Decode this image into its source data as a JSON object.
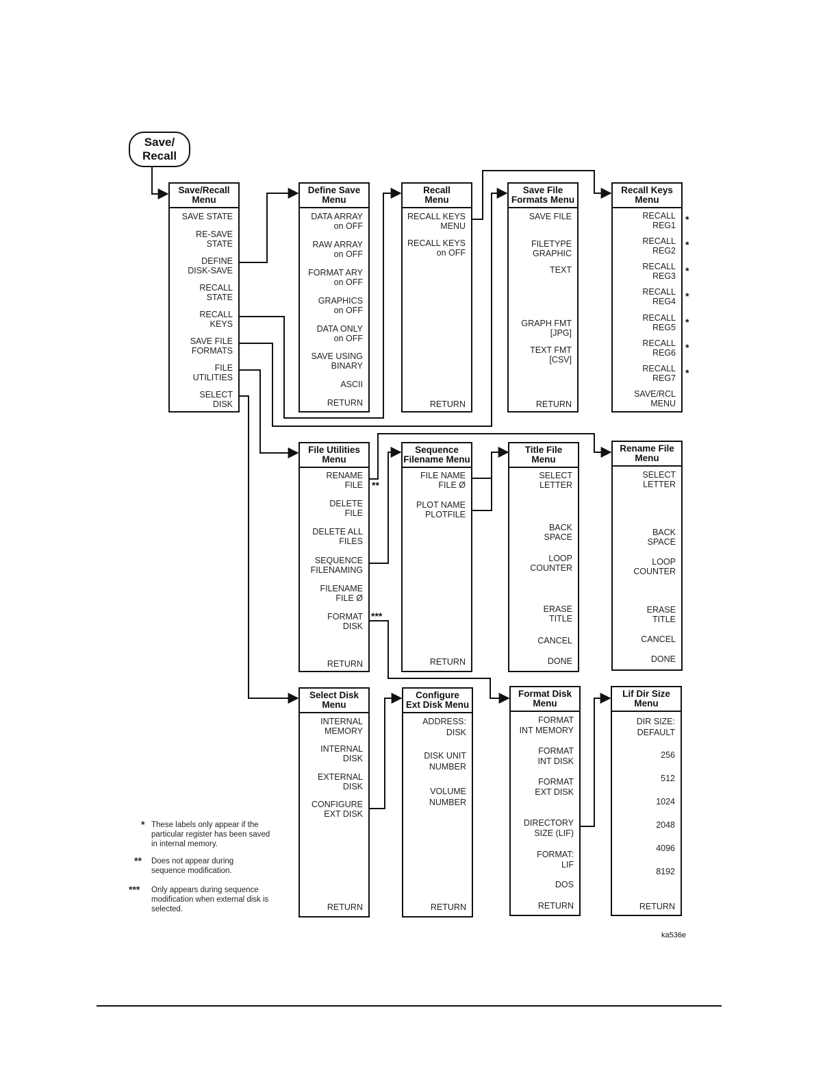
{
  "start_key": {
    "line1": "Save/",
    "line2": "Recall"
  },
  "menus": {
    "save_recall": {
      "title1": "Save/Recall",
      "title2": "Menu",
      "keys": [
        [
          "SAVE STATE"
        ],
        [
          "RE-SAVE",
          "STATE"
        ],
        [
          "DEFINE",
          "DISK-SAVE"
        ],
        [
          "RECALL",
          "STATE"
        ],
        [
          "RECALL",
          "KEYS"
        ],
        [
          "SAVE FILE",
          "FORMATS"
        ],
        [
          "FILE",
          "UTILITIES"
        ],
        [
          "SELECT",
          "DISK"
        ]
      ]
    },
    "define_save": {
      "title1": "Define Save",
      "title2": "Menu",
      "keys": [
        [
          "DATA ARRAY",
          "on OFF"
        ],
        [
          "RAW ARRAY",
          "on OFF"
        ],
        [
          "FORMAT ARY",
          "on OFF"
        ],
        [
          "GRAPHICS",
          "on OFF"
        ],
        [
          "DATA ONLY",
          "on OFF"
        ],
        [
          "SAVE USING",
          "BINARY"
        ],
        [
          "ASCII"
        ],
        [
          "RETURN"
        ]
      ]
    },
    "recall": {
      "title1": "Recall",
      "title2": "Menu",
      "keys": [
        [
          "RECALL KEYS",
          "MENU"
        ],
        [
          "RECALL KEYS",
          "on OFF"
        ],
        [
          "RETURN"
        ]
      ]
    },
    "save_file_formats": {
      "title1": "Save File",
      "title2": "Formats Menu",
      "keys": [
        [
          "SAVE FILE"
        ],
        [
          "FILETYPE",
          "GRAPHIC"
        ],
        [
          "TEXT"
        ],
        [
          "GRAPH FMT",
          "[JPG]"
        ],
        [
          "TEXT FMT",
          "[CSV]"
        ],
        [
          "RETURN"
        ]
      ]
    },
    "recall_keys": {
      "title1": "Recall Keys",
      "title2": "Menu",
      "keys": [
        [
          "RECALL",
          "REG1"
        ],
        [
          "RECALL",
          "REG2"
        ],
        [
          "RECALL",
          "REG3"
        ],
        [
          "RECALL",
          "REG4"
        ],
        [
          "RECALL",
          "REG5"
        ],
        [
          "RECALL",
          "REG6"
        ],
        [
          "RECALL",
          "REG7"
        ],
        [
          "SAVE/RCL",
          "MENU"
        ]
      ]
    },
    "file_utilities": {
      "title1": "File Utilities",
      "title2": "Menu",
      "keys": [
        [
          "RENAME",
          "FILE"
        ],
        [
          "DELETE",
          "FILE"
        ],
        [
          "DELETE ALL",
          "FILES"
        ],
        [
          "SEQUENCE",
          "FILENAMING"
        ],
        [
          "FILENAME",
          "FILE Ø"
        ],
        [
          "FORMAT",
          "DISK"
        ],
        [
          "RETURN"
        ]
      ]
    },
    "sequence_filename": {
      "title1": "Sequence",
      "title2": "Filename Menu",
      "keys": [
        [
          "FILE NAME",
          "FILE Ø"
        ],
        [
          "PLOT NAME",
          "PLOTFILE"
        ],
        [
          "RETURN"
        ]
      ]
    },
    "title_file": {
      "title1": "Title File",
      "title2": "Menu",
      "keys": [
        [
          "SELECT",
          "LETTER"
        ],
        [
          "BACK",
          "SPACE"
        ],
        [
          "LOOP",
          "COUNTER"
        ],
        [
          "ERASE",
          "TITLE"
        ],
        [
          "CANCEL"
        ],
        [
          "DONE"
        ]
      ]
    },
    "rename_file": {
      "title1": "Rename File",
      "title2": "Menu",
      "keys": [
        [
          "SELECT",
          "LETTER"
        ],
        [
          "BACK",
          "SPACE"
        ],
        [
          "LOOP",
          "COUNTER"
        ],
        [
          "ERASE",
          "TITLE"
        ],
        [
          "CANCEL"
        ],
        [
          "DONE"
        ]
      ]
    },
    "select_disk": {
      "title1": "Select Disk",
      "title2": "Menu",
      "keys": [
        [
          "INTERNAL",
          "MEMORY"
        ],
        [
          "INTERNAL",
          "DISK"
        ],
        [
          "EXTERNAL",
          "DISK"
        ],
        [
          "CONFIGURE",
          "EXT DISK"
        ],
        [
          "RETURN"
        ]
      ]
    },
    "configure_ext_disk": {
      "title1": "Configure",
      "title2": "Ext Disk Menu",
      "keys": [
        [
          "ADDRESS:",
          "DISK"
        ],
        [
          "DISK UNIT",
          "NUMBER"
        ],
        [
          "VOLUME",
          "NUMBER"
        ],
        [
          "RETURN"
        ]
      ]
    },
    "format_disk": {
      "title1": "Format Disk",
      "title2": "Menu",
      "keys": [
        [
          "FORMAT",
          "INT MEMORY"
        ],
        [
          "FORMAT",
          "INT DISK"
        ],
        [
          "FORMAT",
          "EXT DISK"
        ],
        [
          "DIRECTORY",
          "SIZE (LIF)"
        ],
        [
          "FORMAT:",
          "LIF"
        ],
        [
          "DOS"
        ],
        [
          "RETURN"
        ]
      ]
    },
    "lif_dir_size": {
      "title1": "Lif Dir Size",
      "title2": "Menu",
      "keys": [
        [
          "DIR SIZE:",
          "DEFAULT"
        ],
        [
          "256"
        ],
        [
          "512"
        ],
        [
          "1024"
        ],
        [
          "2048"
        ],
        [
          "4096"
        ],
        [
          "8192"
        ],
        [
          "RETURN"
        ]
      ]
    }
  },
  "marks": {
    "one": "*",
    "two": "**",
    "three": "***"
  },
  "notes": [
    {
      "mark": "*",
      "text": "These labels only appear if the particular register has been saved in internal memory."
    },
    {
      "mark": "**",
      "text": "Does not appear during sequence modification."
    },
    {
      "mark": "***",
      "text": "Only appears during sequence modification when external disk is selected."
    }
  ],
  "figure_id": "ka536e"
}
